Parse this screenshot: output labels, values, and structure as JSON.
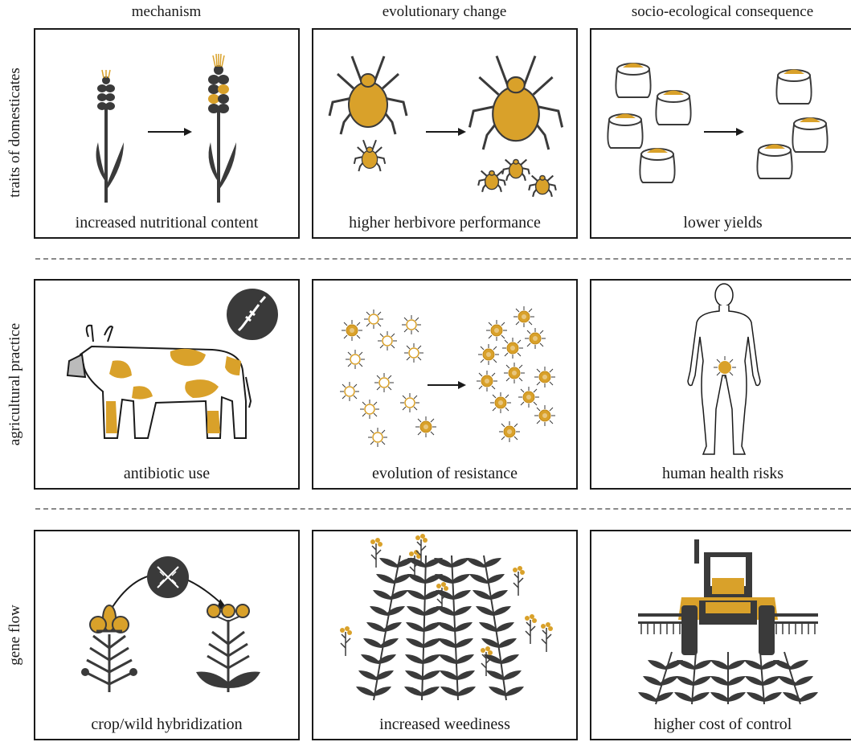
{
  "columns": [
    "mechanism",
    "evolutionary change",
    "socio-ecological consequence"
  ],
  "rows": [
    {
      "label": "traits of domesticates",
      "panels": [
        {
          "caption": "increased nutritional content",
          "icon": "wheat-icon"
        },
        {
          "caption": "higher herbivore performance",
          "icon": "aphid-icon"
        },
        {
          "caption": "lower yields",
          "icon": "grain-sack-icon"
        }
      ]
    },
    {
      "label": "agricultural practice",
      "panels": [
        {
          "caption": "antibiotic use",
          "icon": "cow-icon"
        },
        {
          "caption": "evolution of resistance",
          "icon": "bacteria-icon"
        },
        {
          "caption": "human health risks",
          "icon": "human-body-icon"
        }
      ]
    },
    {
      "label": "gene flow",
      "panels": [
        {
          "caption": "crop/wild hybridization",
          "icon": "dna-icon"
        },
        {
          "caption": "increased weediness",
          "icon": "weed-icon"
        },
        {
          "caption": "higher cost of control",
          "icon": "tractor-icon"
        }
      ]
    }
  ],
  "colors": {
    "accent": "#d9a12a",
    "dark": "#3a3a3a",
    "divider": "#8a8a8a"
  }
}
